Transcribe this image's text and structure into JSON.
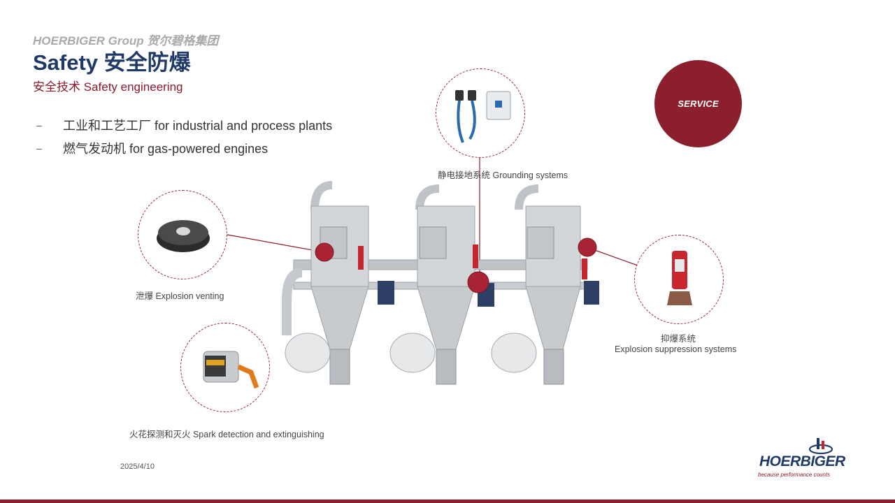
{
  "header": {
    "brand_line": "HOERBIGER Group 贺尔碧格集团",
    "title": "Safety 安全防爆",
    "subtitle": "安全技术  Safety engineering"
  },
  "bullets": [
    {
      "dash": "–",
      "text": "工业和工艺工厂    for industrial and process plants"
    },
    {
      "dash": "–",
      "text": "燃气发动机    for gas-powered engines"
    }
  ],
  "service_badge": {
    "label": "SERVICE"
  },
  "callouts": {
    "grounding": "静电接地系统  Grounding systems",
    "venting": "泄爆 Explosion venting",
    "suppression_cn": "抑爆系统",
    "suppression_en": "Explosion suppression systems",
    "spark": "火花探测和灭火 Spark detection and extinguishing"
  },
  "footer": {
    "date": "2025/4/10",
    "logo_word": "HOERBIGER",
    "logo_tagline": "because performance counts"
  },
  "colors": {
    "accent": "#8b1f2d",
    "title": "#1f3a66",
    "brand_grey": "#a9a9a9"
  }
}
